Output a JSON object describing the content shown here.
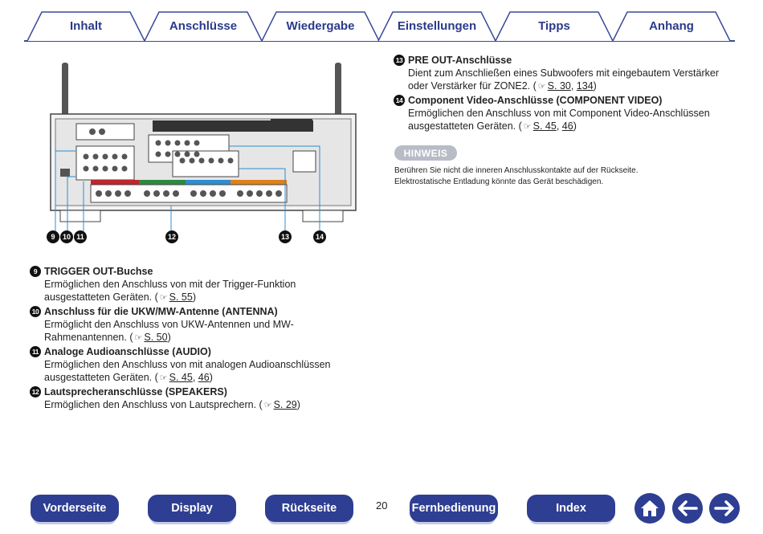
{
  "tabs": [
    "Inhalt",
    "Anschlüsse",
    "Wiedergabe",
    "Einstellungen",
    "Tipps",
    "Anhang"
  ],
  "callouts": [
    "9",
    "10",
    "11",
    "12",
    "13",
    "14"
  ],
  "items": [
    {
      "num": "9",
      "title": "TRIGGER OUT-Buchse",
      "desc1": "Ermöglichen den Anschluss von mit der Trigger-Funktion",
      "desc2": "ausgestatteten Geräten. (",
      "ref": "S. 55",
      "end": ")"
    },
    {
      "num": "10",
      "title": "Anschluss für die UKW/MW-Antenne (ANTENNA)",
      "desc1": "Ermöglicht den Anschluss von UKW-Antennen und MW-",
      "desc2": "Rahmenantennen. (",
      "ref": "S. 50",
      "end": ")"
    },
    {
      "num": "11",
      "title": "Analoge Audioanschlüsse (AUDIO)",
      "desc1": "Ermöglichen den Anschluss von mit analogen Audioanschlüssen",
      "desc2": "ausgestatteten Geräten. (",
      "ref": "S. 45",
      "ref2": "46",
      "end": ")"
    },
    {
      "num": "12",
      "title": "Lautsprecheranschlüsse (SPEAKERS)",
      "desc1": "Ermöglichen den Anschluss von Lautsprechern. (",
      "ref": "S. 29",
      "end": ")"
    },
    {
      "num": "13",
      "title": "PRE OUT-Anschlüsse",
      "desc1": "Dient zum Anschließen eines Subwoofers mit eingebautem Verstärker",
      "desc2": "oder Verstärker für ZONE2. (",
      "ref": "S. 30",
      "ref2": "134",
      "end": ")"
    },
    {
      "num": "14",
      "title": "Component Video-Anschlüsse (COMPONENT VIDEO)",
      "desc1": "Ermöglichen den Anschluss von mit Component Video-Anschlüssen",
      "desc2": "ausgestatteten Geräten. (",
      "ref": "S. 45",
      "ref2": "46",
      "end": ")"
    }
  ],
  "note": {
    "label": "HINWEIS",
    "line1": "Berühren Sie nicht die inneren Anschlusskontakte auf der Rückseite.",
    "line2": "Elektrostatische Entladung könnte das Gerät beschädigen."
  },
  "page_number": "20",
  "bottom_nav": [
    "Vorderseite",
    "Display",
    "Rückseite",
    "Fernbedienung",
    "Index"
  ],
  "colors": {
    "accent": "#2e3e92",
    "speaker_red": "#c0262c",
    "speaker_green": "#2d8a3e",
    "speaker_blue": "#2c8fd0",
    "speaker_orange": "#e0801a"
  }
}
